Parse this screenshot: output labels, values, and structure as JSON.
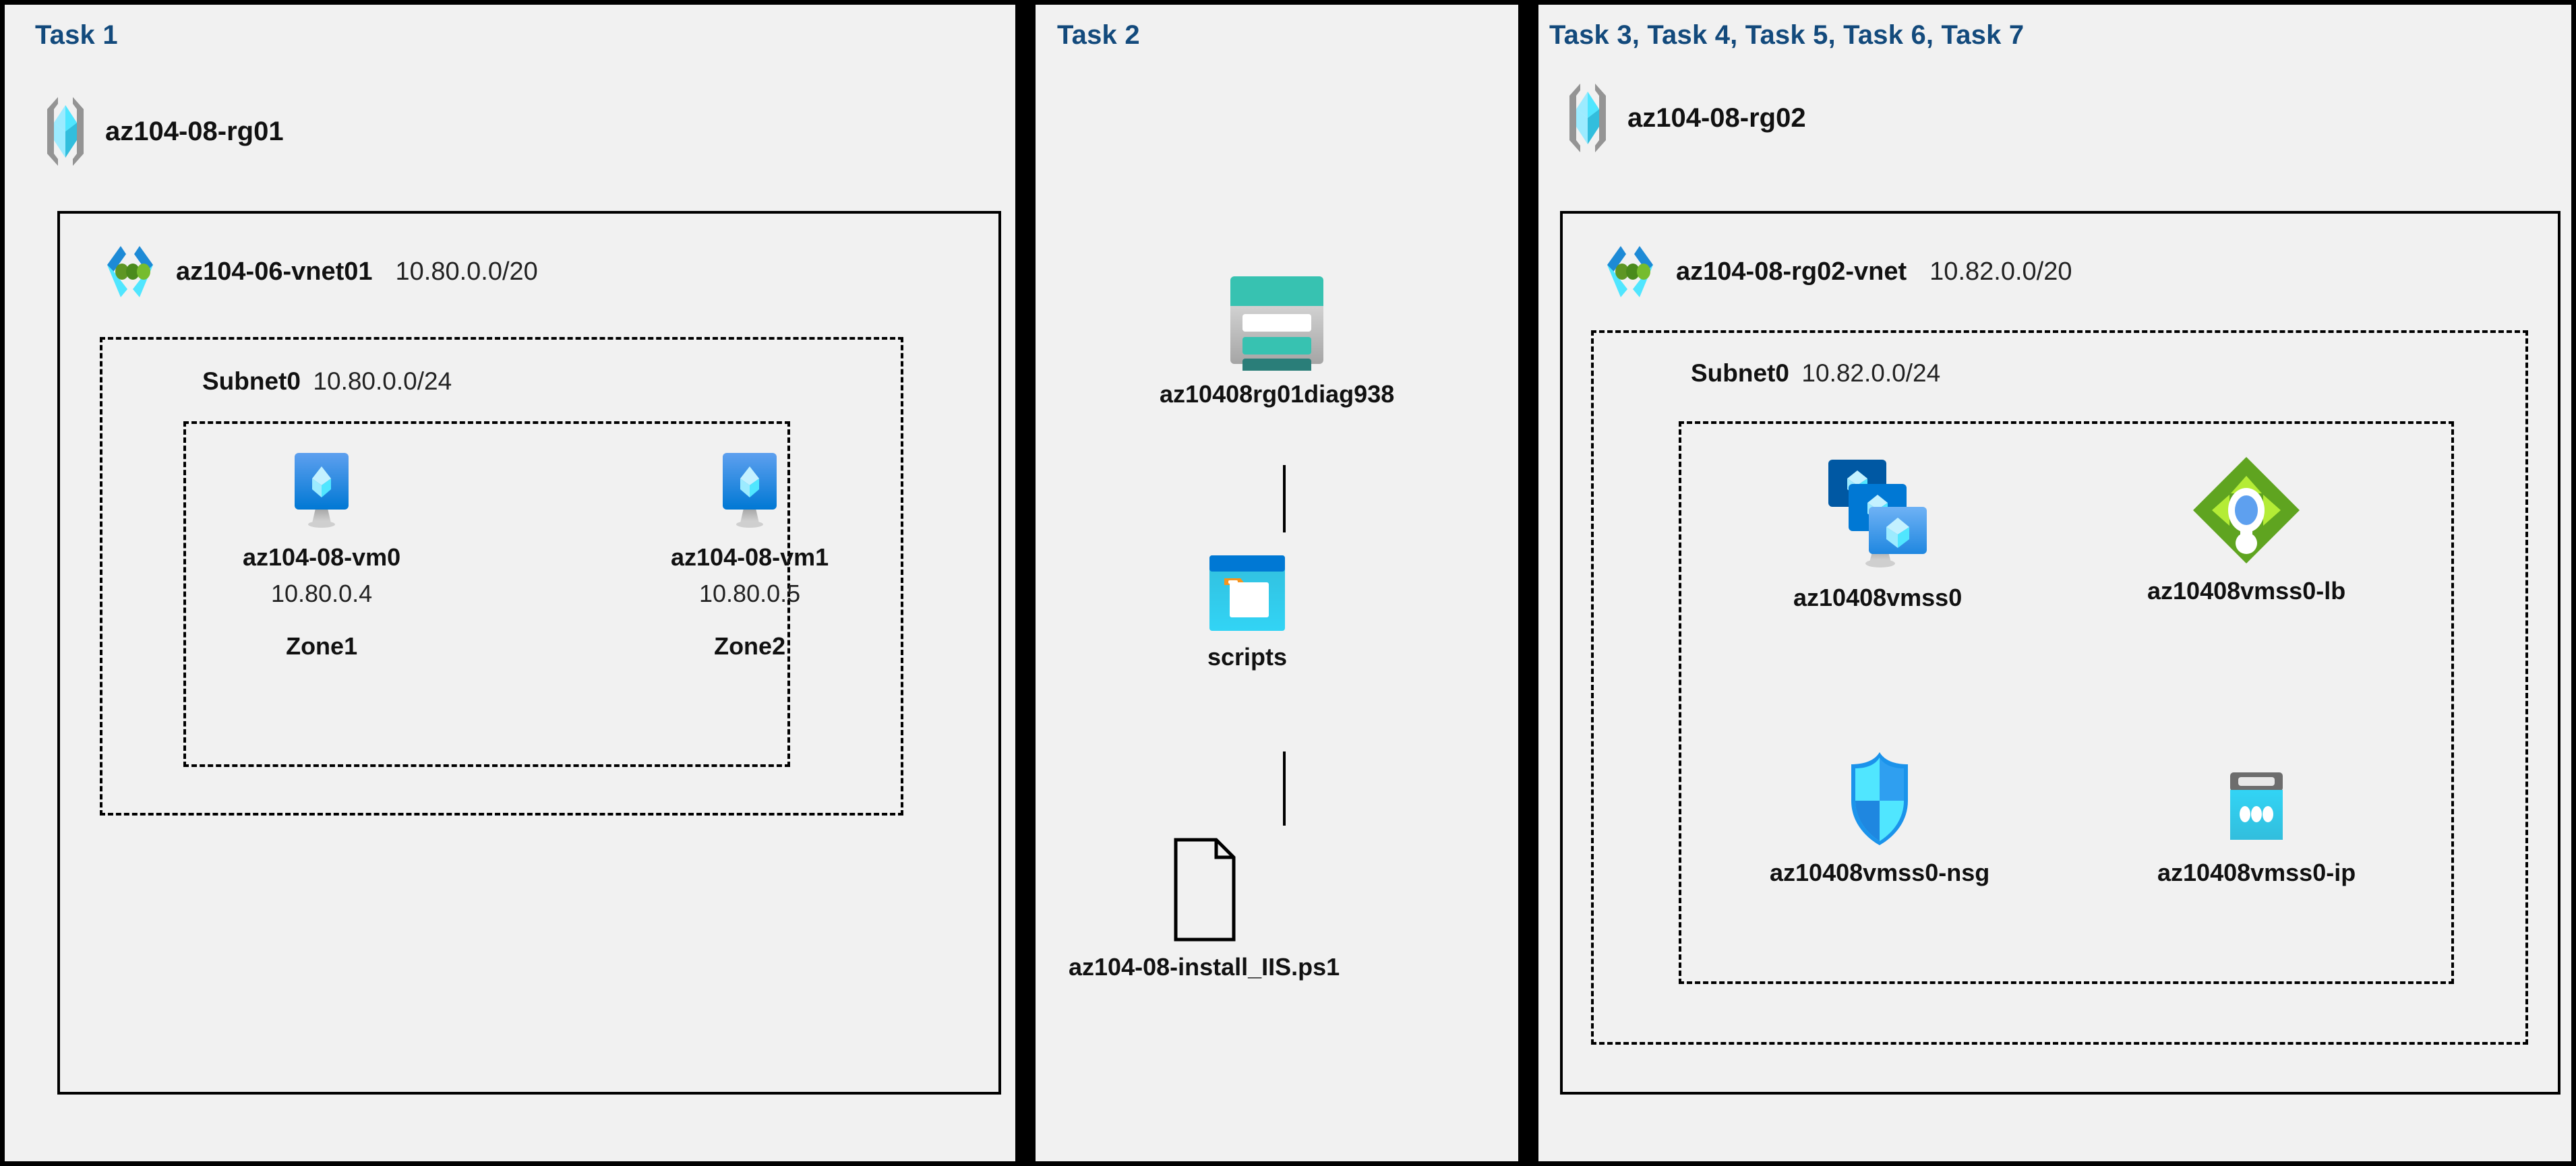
{
  "columns": [
    {
      "label": "Task 1"
    },
    {
      "label": "Task 2"
    },
    {
      "label": "Task 3, Task 4, Task 5, Task 6, Task 7"
    }
  ],
  "colors": {
    "task_label": "#134a7c",
    "background": "#f1f1f1",
    "border": "#000000",
    "azure_blue": "#0078d4",
    "cyan": "#50e6ff",
    "vnet_green_dot": "#5e9624",
    "storage_teal": "#37c2b1",
    "storage_teal_dark": "#2a7e79",
    "lb_green": "#5fa420",
    "lb_green_light": "#b4ec36",
    "vmss_dark": "#0058a3",
    "vmss_mid": "#0078d4",
    "vmss_light": "#5ea0ef",
    "nsg_blue": "#1b93eb",
    "ip_gray": "#6d6d6d"
  },
  "task1": {
    "resource_group": {
      "name": "az104-08-rg01",
      "icon": "resource-group-icon"
    },
    "vnet": {
      "name": "az104-06-vnet01",
      "cidr": "10.80.0.0/20",
      "icon": "virtual-network-icon"
    },
    "subnet": {
      "name": "Subnet0",
      "cidr": "10.80.0.0/24"
    },
    "vms": [
      {
        "name": "az104-08-vm0",
        "ip": "10.80.0.4",
        "zone": "Zone1",
        "icon": "virtual-machine-icon"
      },
      {
        "name": "az104-08-vm1",
        "ip": "10.80.0.5",
        "zone": "Zone2",
        "icon": "virtual-machine-icon"
      }
    ]
  },
  "task2": {
    "storage_account": {
      "name": "az10408rg01diag938",
      "icon": "storage-account-icon"
    },
    "container": {
      "name": "scripts",
      "icon": "blob-container-icon"
    },
    "file": {
      "name": "az104-08-install_IIS.ps1",
      "icon": "file-icon"
    }
  },
  "task3to7": {
    "resource_group": {
      "name": "az104-08-rg02",
      "icon": "resource-group-icon"
    },
    "vnet": {
      "name": "az104-08-rg02-vnet",
      "cidr": "10.82.0.0/20",
      "icon": "virtual-network-icon"
    },
    "subnet": {
      "name": "Subnet0",
      "cidr": "10.82.0.0/24"
    },
    "resources": [
      {
        "name": "az10408vmss0",
        "icon": "vm-scale-set-icon"
      },
      {
        "name": "az10408vmss0-lb",
        "icon": "load-balancer-icon"
      },
      {
        "name": "az10408vmss0-nsg",
        "icon": "network-security-group-icon"
      },
      {
        "name": "az10408vmss0-ip",
        "icon": "public-ip-address-icon"
      }
    ]
  }
}
